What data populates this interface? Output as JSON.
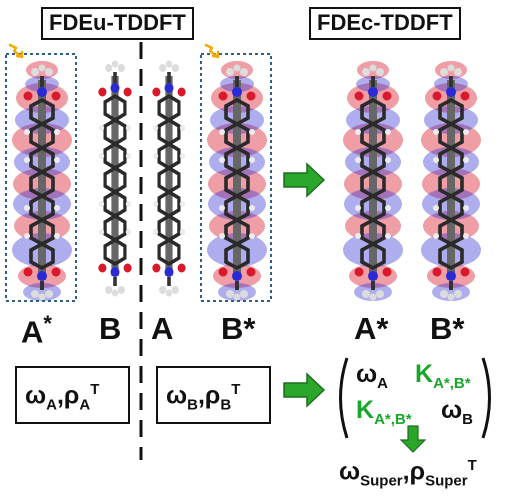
{
  "headers": {
    "left": "FDEu-TDDFT",
    "right": "FDEc-TDDFT"
  },
  "molecule_labels": [
    "A",
    "B",
    "A",
    "B"
  ],
  "excited_mark": "*",
  "equations": {
    "omega": "ω",
    "rho": "ρ",
    "sub_A": "A",
    "sub_B": "B",
    "sup_T": "T",
    "coupling": "K",
    "coupling_sub": "A*,B*",
    "super_sub": "Super",
    "comma": ","
  },
  "colors": {
    "arrow": "#2aa62a",
    "coupling_text": "#1aa52b",
    "density_red": "#d8192b",
    "density_blue": "#2b2bd6",
    "dotted_box": "#2e5f8e",
    "excitation_arrow": "#f2a900"
  },
  "icons": [
    "excitation-arrow-icon",
    "right-arrow-icon",
    "down-arrow-icon"
  ]
}
